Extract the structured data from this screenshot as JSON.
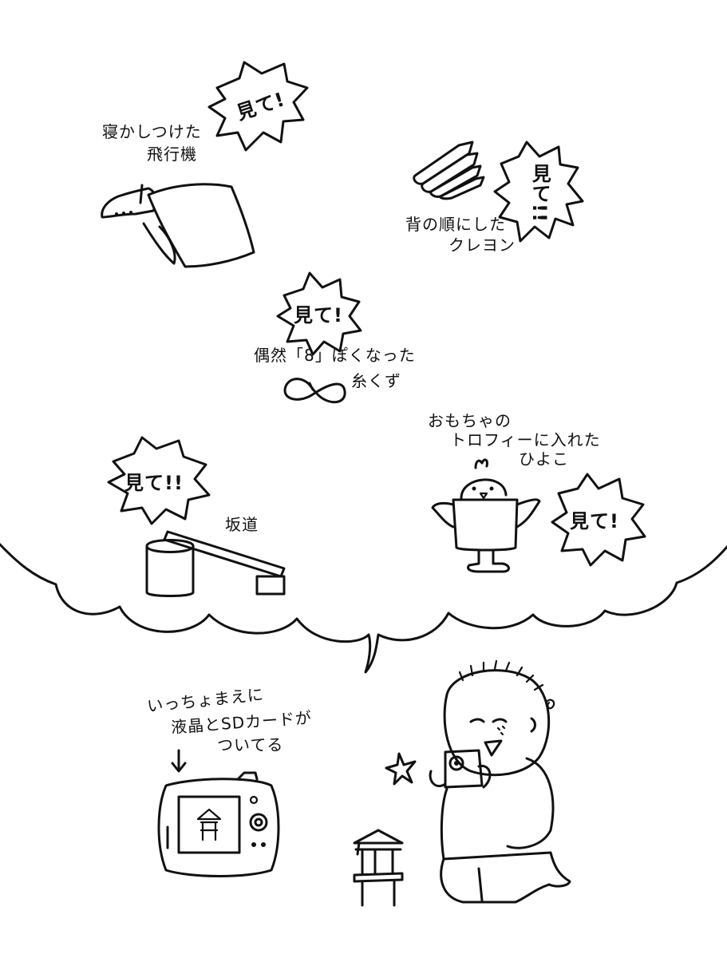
{
  "bubbles": {
    "airplane_burst": "見て!",
    "crayon_burst": "見て!!",
    "string_burst": "見て!",
    "slope_burst": "見て!!",
    "chick_burst": "見て!"
  },
  "captions": {
    "airplane_line1": "寝かしつけた",
    "airplane_line2": "飛行機",
    "crayon_line1": "背の順にした",
    "crayon_line2": "クレヨン",
    "string_line1": "偶然「8」ぽくなった",
    "string_line2": "糸くず",
    "chick_line1": "おもちゃの",
    "chick_line2": "トロフィーに入れた",
    "chick_line3": "ひよこ",
    "slope_label": "坂道",
    "camera_line1": "いっちょまえに",
    "camera_line2": "液晶とSDカードが",
    "camera_line3": "ついてる"
  }
}
